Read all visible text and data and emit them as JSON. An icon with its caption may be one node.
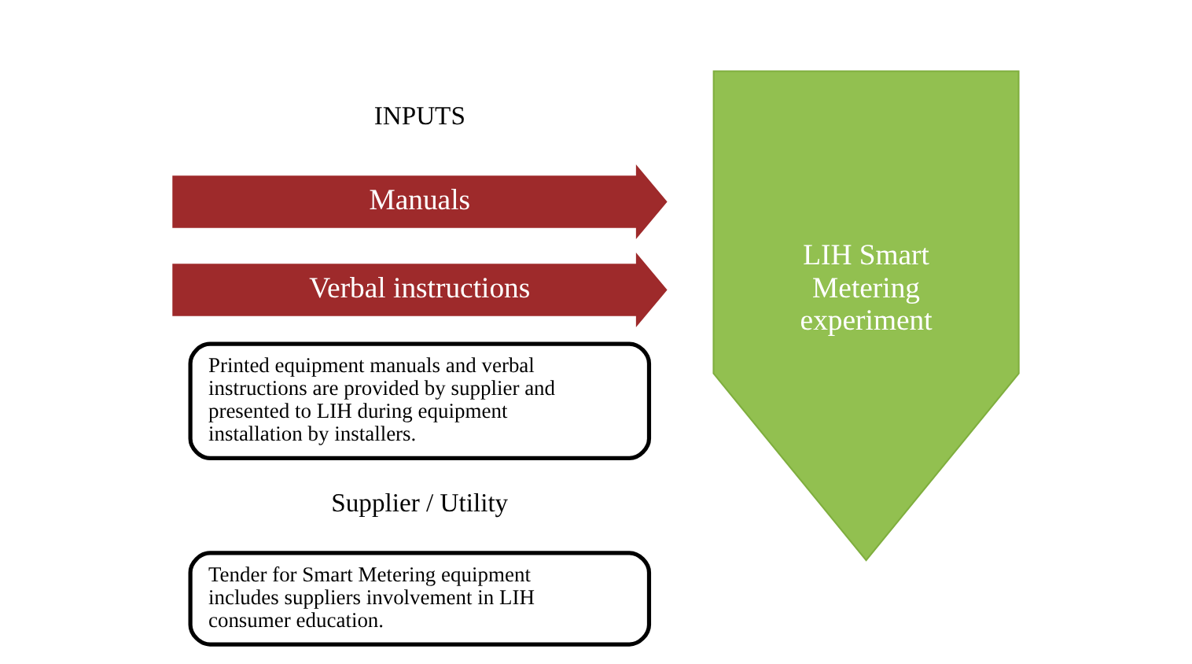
{
  "diagram": {
    "nodes": [
      {
        "text": [
          "Manuals"
        ]
      },
      {
        "text": [
          "Verbal instructions"
        ]
      },
      {
        "text": [
          "Printed equipment manuals and verbal instructions are provided by supplier and presented to LIH during equipment installation by installers."
        ]
      },
      {
        "text": [
          "LIH Smart Metering experiment"
        ]
      },
      {
        "text": [
          "Tender for Smart Metering equipment includes suppliers involvement in LIH consumer education."
        ]
      }
    ],
    "labels": [
      "INPUTS",
      "Supplier / Utility"
    ]
  }
}
